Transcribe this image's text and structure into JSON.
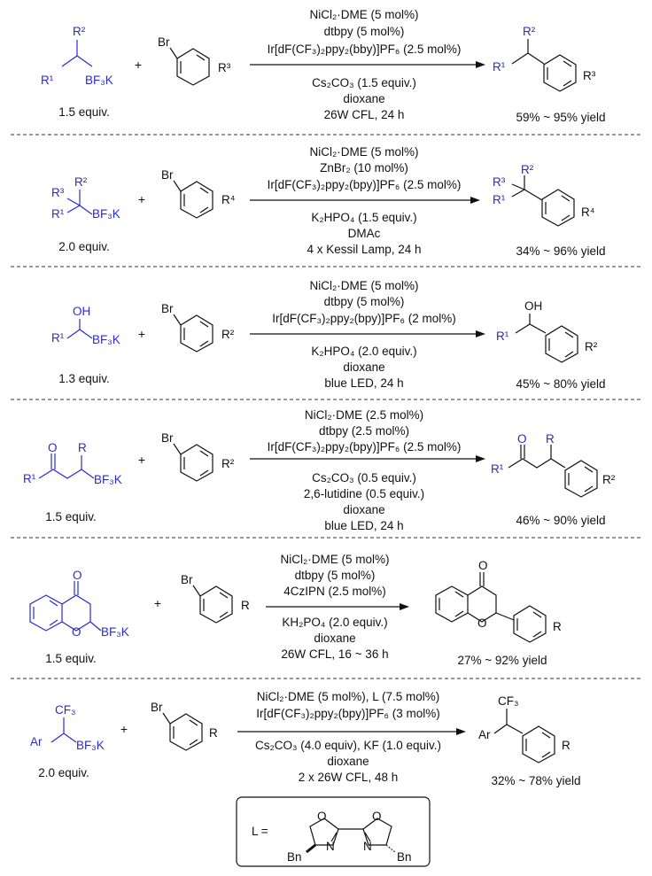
{
  "reactions": [
    {
      "reagent_lines": [
        "NiCl₂·DME (5 mol%)",
        "dtbpy (5 mol%)",
        "Ir[dF(CF₃)₂ppy₂(bby)]PF₆ (2.5 mol%)"
      ],
      "condition_lines": [
        "Cs₂CO₃ (1.5 equiv.)",
        "dioxane",
        "26W CFL, 24 h"
      ],
      "equiv": "1.5 equiv.",
      "yield": "59% ~ 95% yield",
      "substrate_labels": [
        "R²",
        "R¹",
        "BF₃K"
      ],
      "aryl_labels": [
        "Br",
        "R³"
      ],
      "product_labels": [
        "R²",
        "R¹",
        "R³"
      ]
    },
    {
      "reagent_lines": [
        "NiCl₂·DME (5 mol%)",
        "ZnBr₂ (10 mol%)",
        "Ir[dF(CF₃)₂ppy₂(bpy)]PF₆ (2.5 mol%)"
      ],
      "condition_lines": [
        "K₂HPO₄ (1.5 equiv.)",
        "DMAc",
        "4 x Kessil Lamp, 24 h"
      ],
      "equiv": "2.0 equiv.",
      "yield": "34% ~ 96% yield",
      "substrate_labels": [
        "R³",
        "R²",
        "R¹",
        "BF₃K"
      ],
      "aryl_labels": [
        "Br",
        "R⁴"
      ],
      "product_labels": [
        "R³",
        "R²",
        "R¹",
        "R⁴"
      ]
    },
    {
      "reagent_lines": [
        "NiCl₂·DME (5 mol%)",
        "dtbpy (5 mol%)",
        "Ir[dF(CF₃)₂ppy₂(bpy)]PF₆ (2 mol%)"
      ],
      "condition_lines": [
        "K₂HPO₄ (2.0 equiv.)",
        "dioxane",
        "blue LED, 24 h"
      ],
      "equiv": "1.3 equiv.",
      "yield": "45% ~ 80% yield",
      "substrate_labels": [
        "OH",
        "R¹",
        "BF₃K"
      ],
      "aryl_labels": [
        "Br",
        "R²"
      ],
      "product_labels": [
        "OH",
        "R¹",
        "R²"
      ]
    },
    {
      "reagent_lines": [
        "NiCl₂·DME (2.5 mol%)",
        "dtbpy (2.5 mol%)",
        "Ir[dF(CF₃)₂ppy₂(bpy)]PF₆ (2.5 mol%)"
      ],
      "condition_lines": [
        "Cs₂CO₃ (0.5 equiv.)",
        "2,6-lutidine (0.5 equiv.)",
        "dioxane",
        "blue LED, 24 h"
      ],
      "equiv": "1.5 equiv.",
      "yield": "46% ~ 90% yield",
      "substrate_labels": [
        "O",
        "R",
        "R¹",
        "BF₃K"
      ],
      "aryl_labels": [
        "Br",
        "R²"
      ],
      "product_labels": [
        "O",
        "R",
        "R¹",
        "R²"
      ]
    },
    {
      "reagent_lines": [
        "NiCl₂·DME (5 mol%)",
        "dtbpy (5 mol%)",
        "4CzIPN (2.5 mol%)"
      ],
      "condition_lines": [
        "KH₂PO₄ (2.0 equiv.)",
        "dioxane",
        "26W CFL, 16 ~ 36 h"
      ],
      "equiv": "1.5 equiv.",
      "yield": "27% ~ 92% yield",
      "substrate_labels": [
        "O",
        "O",
        "BF₃K"
      ],
      "aryl_labels": [
        "Br",
        "R"
      ],
      "product_labels": [
        "O",
        "O",
        "R"
      ]
    },
    {
      "reagent_lines": [
        "NiCl₂·DME (5 mol%), L (7.5 mol%)",
        "Ir[dF(CF₃)₂ppy₂(bpy)]PF₆ (3 mol%)"
      ],
      "condition_lines": [
        "Cs₂CO₃ (4.0 equiv), KF (1.0 equiv.)",
        "dioxane",
        "2 x 26W CFL, 48 h"
      ],
      "equiv": "2.0 equiv.",
      "yield": "32% ~ 78% yield",
      "substrate_labels": [
        "CF₃",
        "Ar",
        "BF₃K"
      ],
      "aryl_labels": [
        "Br",
        "R"
      ],
      "product_labels": [
        "CF₃",
        "Ar",
        "R"
      ]
    }
  ],
  "plus_sign": "+",
  "ligand": {
    "label": "L  =",
    "atom_labels": [
      "O",
      "O",
      "N",
      "N",
      "Bn",
      "Bn"
    ]
  },
  "colors": {
    "substrate": "#2a2ad4",
    "text": "#111111"
  }
}
